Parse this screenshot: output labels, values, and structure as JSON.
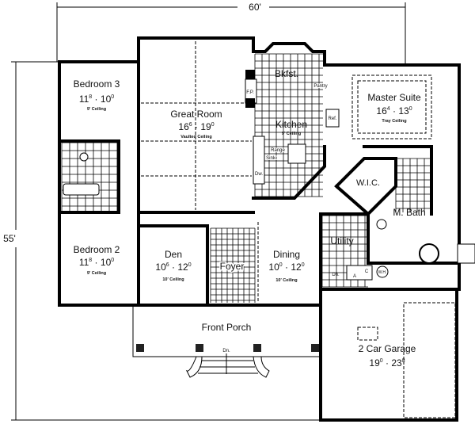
{
  "dimensions": {
    "width_label": "60'",
    "depth_label": "55'"
  },
  "rooms": {
    "bedroom3": {
      "name": "Bedroom 3",
      "w": "11",
      "w_in": "8",
      "sep": "·",
      "d": "10",
      "d_in": "0",
      "ceiling": "9' Ceiling"
    },
    "great_room": {
      "name": "Great Room",
      "w": "16",
      "w_in": "6",
      "sep": "·",
      "d": "19",
      "d_in": "0",
      "ceiling": "Vaulted Ceiling"
    },
    "bkfst": {
      "name": "Bkfst."
    },
    "kitchen": {
      "name": "Kitchen",
      "ceiling": "9' Ceiling"
    },
    "master_suite": {
      "name": "Master Suite",
      "w": "16",
      "w_in": "4",
      "sep": "·",
      "d": "13",
      "d_in": "0",
      "ceiling": "Tray Ceiling"
    },
    "wic": {
      "name": "W.I.C."
    },
    "master_bath": {
      "name": "M. Bath"
    },
    "utility": {
      "name": "Utility"
    },
    "bedroom2": {
      "name": "Bedroom 2",
      "w": "11",
      "w_in": "8",
      "sep": "·",
      "d": "10",
      "d_in": "0",
      "ceiling": "9' Ceiling"
    },
    "den": {
      "name": "Den",
      "w": "10",
      "w_in": "6",
      "sep": "·",
      "d": "12",
      "d_in": "0",
      "ceiling": "10' Ceiling"
    },
    "foyer": {
      "name": "Foyer"
    },
    "dining": {
      "name": "Dining",
      "w": "10",
      "w_in": "0",
      "sep": "·",
      "d": "12",
      "d_in": "0",
      "ceiling": "10' Ceiling"
    },
    "front_porch": {
      "name": "Front Porch"
    },
    "garage": {
      "name": "2 Car Garage",
      "w": "19",
      "w_in": "0",
      "sep": "·",
      "d": "23",
      "d_in": "8"
    }
  },
  "fixtures": {
    "fireplace": "F.P.",
    "pantry": "Pantry",
    "refrigerator": "Ref.",
    "range": "Range",
    "sink": "Sink",
    "dishwasher": "Dw.",
    "utility_stair_down": "Dn.",
    "water_heater": "W.H.",
    "ac_a": "A",
    "ac_c": "C",
    "porch_stair_down": "Dn."
  }
}
